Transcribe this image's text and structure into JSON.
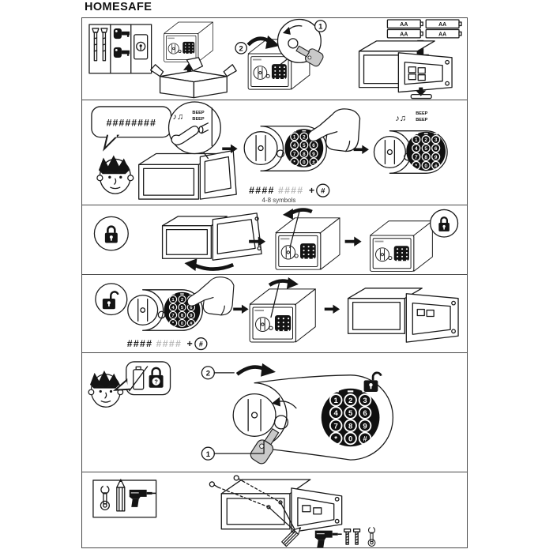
{
  "title": "HOMESAFE",
  "steps": {
    "one": "1",
    "two": "2"
  },
  "battery": {
    "label": "AA"
  },
  "keypad": {
    "digits": [
      "1",
      "2",
      "3",
      "4",
      "5",
      "6",
      "7",
      "8",
      "9",
      "*",
      "0",
      "#"
    ]
  },
  "icons": {
    "music_notes": "♪♫"
  },
  "colors": {
    "line": "#1a1a1a",
    "keypad_bg": "#101010",
    "optional_hash": "#b8b8b8",
    "key_gray": "#c9c9c9"
  },
  "panels": {
    "set_code": {
      "speech": "########",
      "beep": "BEEP",
      "code_entered": "####",
      "code_optional": "####",
      "plus": "+",
      "confirm_key": "#",
      "hint": "4-8 symbols"
    },
    "unlock": {
      "code_entered": "####",
      "code_optional": "####",
      "plus": "+",
      "confirm_key": "#"
    },
    "emergency": {
      "question": "?"
    }
  }
}
